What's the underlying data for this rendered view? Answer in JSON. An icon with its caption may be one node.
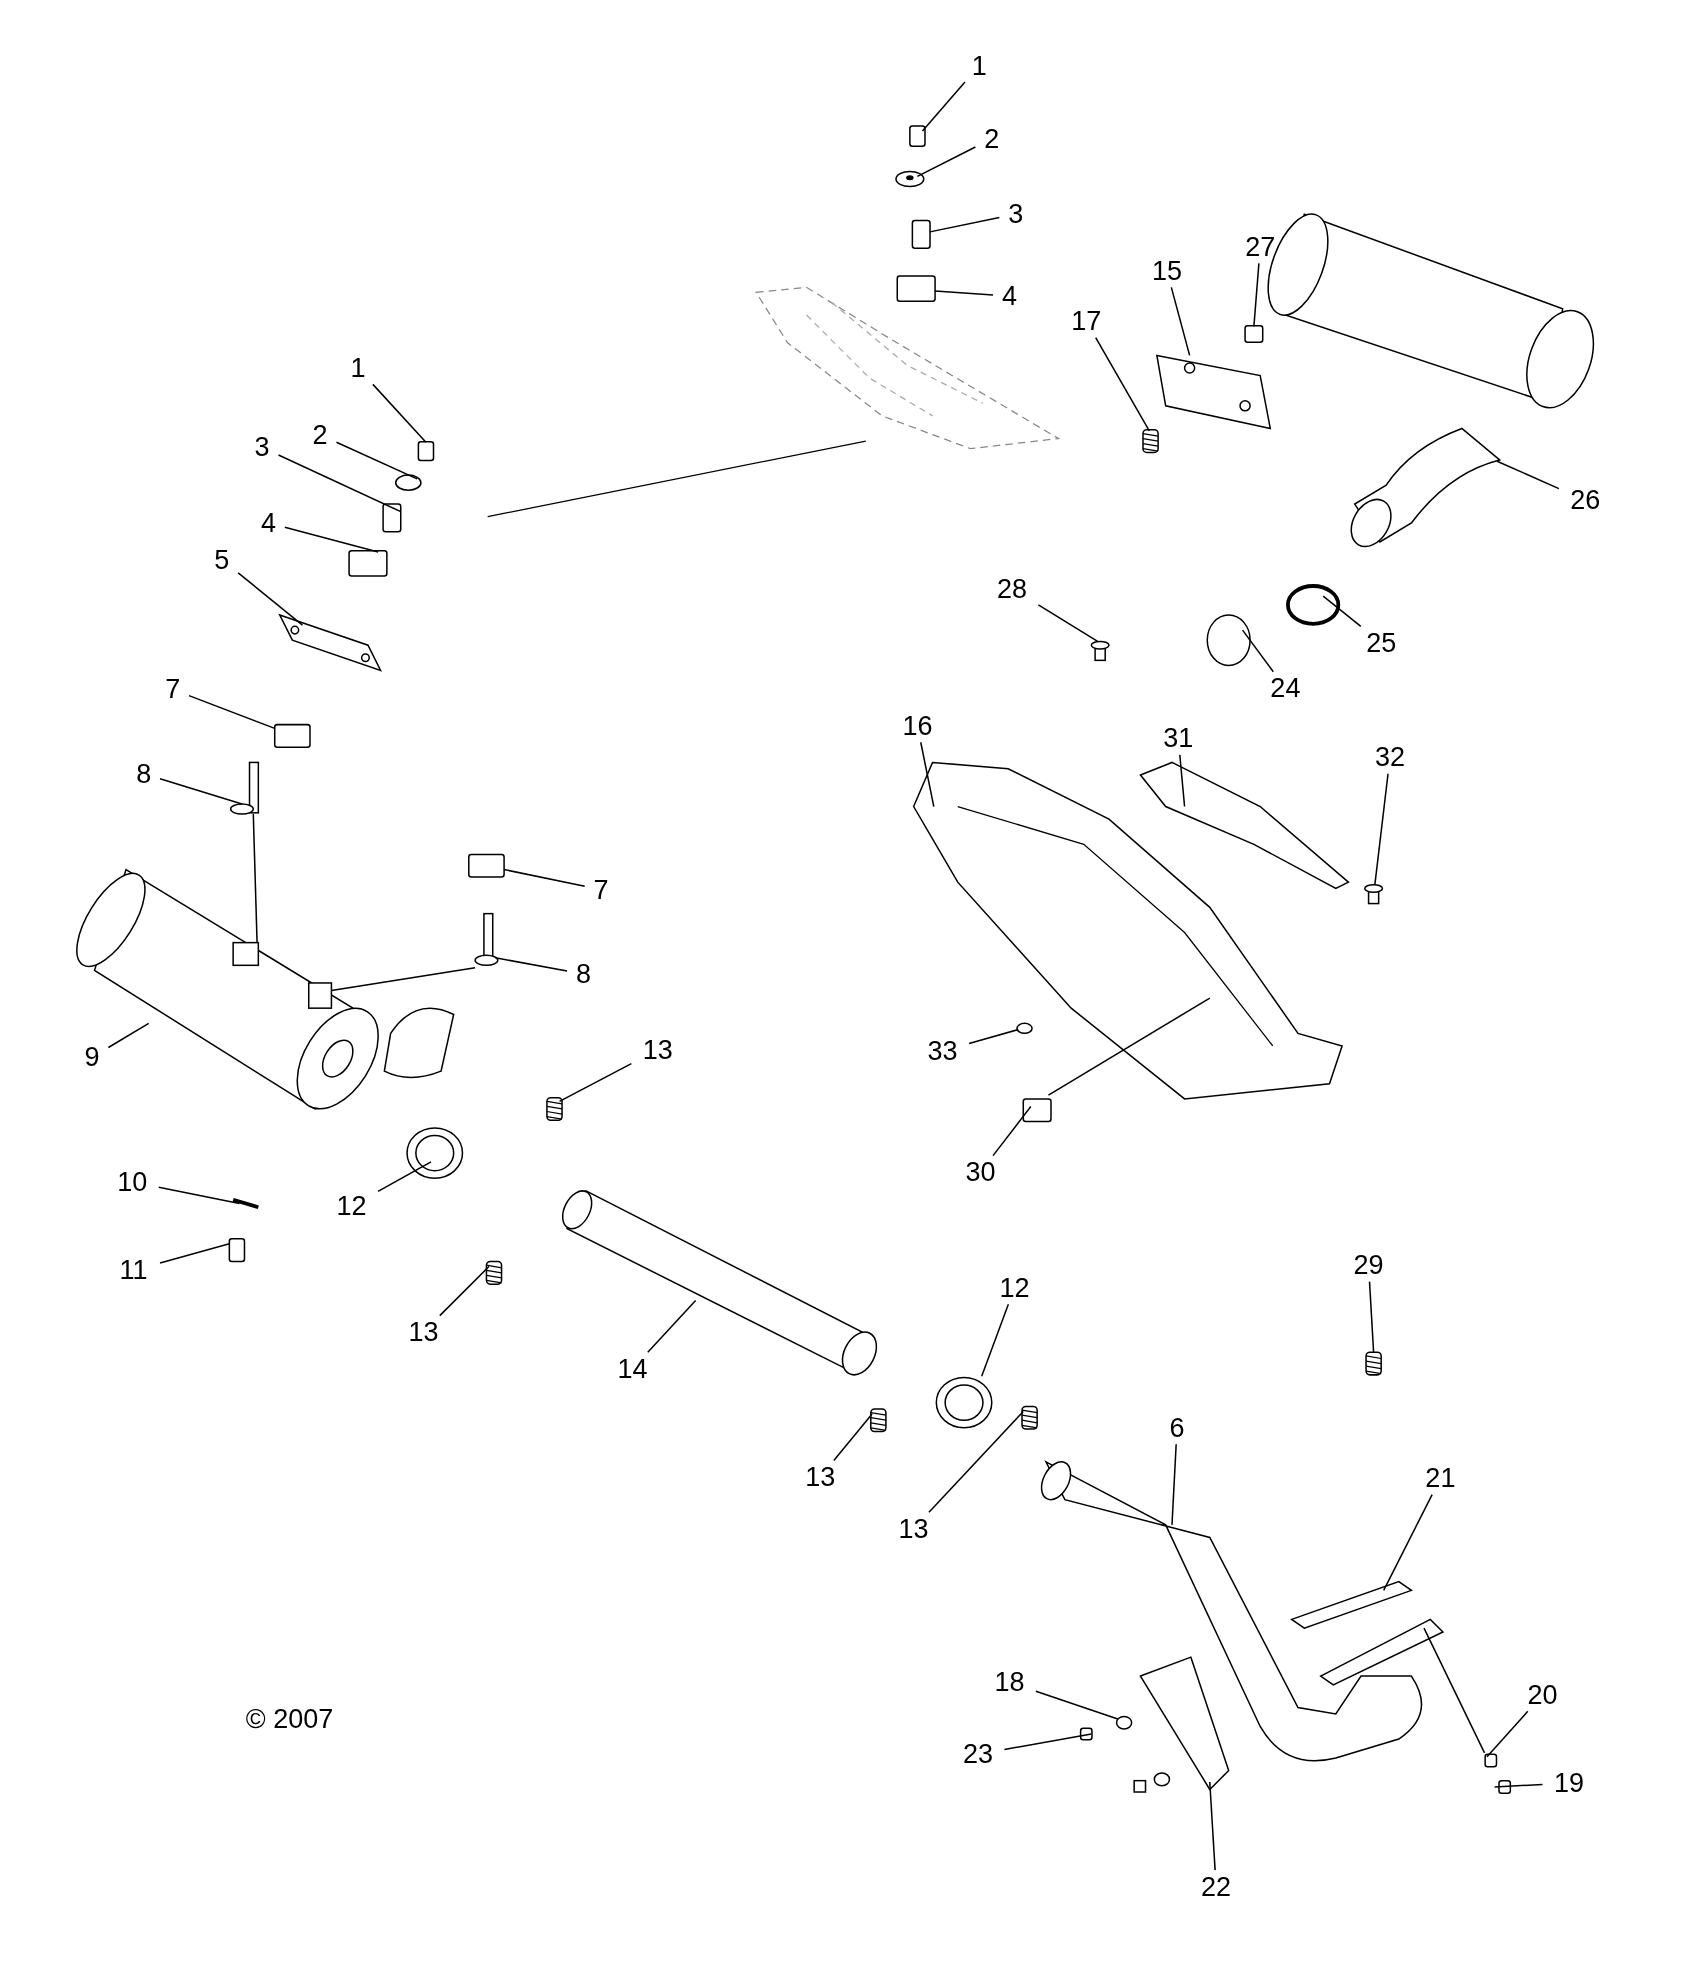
{
  "diagram": {
    "nodes": [
      {
        "text": [
          "1"
        ]
      },
      {
        "text": [
          "2"
        ]
      },
      {
        "text": [
          "3"
        ]
      },
      {
        "text": [
          "4"
        ]
      },
      {
        "text": [
          "15"
        ]
      },
      {
        "text": [
          "27"
        ]
      },
      {
        "text": [
          "17"
        ]
      },
      {
        "text": [
          "26"
        ]
      },
      {
        "text": [
          "1"
        ]
      },
      {
        "text": [
          "2"
        ]
      },
      {
        "text": [
          "3"
        ]
      },
      {
        "text": [
          "4"
        ]
      },
      {
        "text": [
          "5"
        ]
      },
      {
        "text": [
          "28"
        ]
      },
      {
        "text": [
          "25"
        ]
      },
      {
        "text": [
          "24"
        ]
      },
      {
        "text": [
          "7"
        ]
      },
      {
        "text": [
          "16"
        ]
      },
      {
        "text": [
          "31"
        ]
      },
      {
        "text": [
          "32"
        ]
      },
      {
        "text": [
          "8"
        ]
      },
      {
        "text": [
          "7"
        ]
      },
      {
        "text": [
          "8"
        ]
      },
      {
        "text": [
          "9"
        ]
      },
      {
        "text": [
          "13"
        ]
      },
      {
        "text": [
          "33"
        ]
      },
      {
        "text": [
          "30"
        ]
      },
      {
        "text": [
          "10"
        ]
      },
      {
        "text": [
          "12"
        ]
      },
      {
        "text": [
          "11"
        ]
      },
      {
        "text": [
          "13"
        ]
      },
      {
        "text": [
          "14"
        ]
      },
      {
        "text": [
          "29"
        ]
      },
      {
        "text": [
          "12"
        ]
      },
      {
        "text": [
          "6"
        ]
      },
      {
        "text": [
          "13"
        ]
      },
      {
        "text": [
          "13"
        ]
      },
      {
        "text": [
          "21"
        ]
      },
      {
        "text": [
          "20"
        ]
      },
      {
        "text": [
          "18"
        ]
      },
      {
        "text": [
          "23"
        ]
      },
      {
        "text": [
          "19"
        ]
      },
      {
        "text": [
          "22"
        ]
      },
      {
        "text": [],
        "shape": "box"
      },
      {
        "text": [],
        "shape": "picture"
      },
      {
        "text": [],
        "shape": "box"
      },
      {
        "text": [],
        "shape": "box"
      },
      {
        "text": [],
        "shape": "picture"
      },
      {
        "text": [],
        "shape": "box"
      },
      {
        "text": [],
        "shape": "picture"
      },
      {
        "text": [],
        "shape": "picture"
      },
      {
        "text": [],
        "shape": "box"
      },
      {
        "text": [],
        "shape": "circle"
      },
      {
        "text": [],
        "shape": "box"
      },
      {
        "text": [],
        "shape": "box"
      },
      {
        "text": [],
        "shape": "picture"
      },
      {
        "text": [],
        "shape": "picture"
      },
      {
        "text": [],
        "shape": "circle"
      },
      {
        "text": [],
        "shape": "circle"
      },
      {
        "text": [],
        "shape": "box"
      },
      {
        "text": [],
        "shape": "picture"
      },
      {
        "text": [],
        "shape": "picture"
      },
      {
        "text": [],
        "shape": "picture"
      },
      {
        "text": [],
        "shape": "picture"
      },
      {
        "text": [],
        "shape": "box"
      },
      {
        "text": [],
        "shape": "picture"
      },
      {
        "text": [],
        "shape": "picture"
      },
      {
        "text": [],
        "shape": "picture"
      },
      {
        "text": [],
        "shape": "circle"
      },
      {
        "text": [],
        "shape": "box"
      },
      {
        "text": [],
        "shape": "picture"
      },
      {
        "text": [],
        "shape": "picture"
      },
      {
        "text": [],
        "shape": "box"
      },
      {
        "text": [],
        "shape": "picture"
      },
      {
        "text": [],
        "shape": "picture"
      },
      {
        "text": [],
        "shape": "picture"
      },
      {
        "text": [],
        "shape": "picture"
      },
      {
        "text": [],
        "shape": "picture"
      },
      {
        "text": [],
        "shape": "picture"
      },
      {
        "text": [],
        "shape": "picture"
      },
      {
        "text": [],
        "shape": "picture"
      },
      {
        "text": [],
        "shape": "box"
      },
      {
        "text": [],
        "shape": "circle"
      },
      {
        "text": [],
        "shape": "box"
      },
      {
        "text": [],
        "shape": "box"
      },
      {
        "text": [],
        "shape": "picture"
      }
    ],
    "edges": [
      {
        "from": 0,
        "to": 43,
        "arrow": "none"
      },
      {
        "from": 1,
        "to": 44,
        "arrow": "none"
      },
      {
        "from": 2,
        "to": 45,
        "arrow": "none"
      },
      {
        "from": 3,
        "to": 46,
        "arrow": "none"
      },
      {
        "from": 4,
        "to": 47,
        "arrow": "none"
      },
      {
        "from": 5,
        "to": 48,
        "arrow": "none"
      },
      {
        "from": 6,
        "to": 49,
        "arrow": "none"
      },
      {
        "from": 7,
        "to": 50,
        "arrow": "none"
      },
      {
        "from": 8,
        "to": 51,
        "arrow": "none"
      },
      {
        "from": 9,
        "to": 52,
        "arrow": "none"
      },
      {
        "from": 10,
        "to": 53,
        "arrow": "none"
      },
      {
        "from": 11,
        "to": 54,
        "arrow": "none"
      },
      {
        "from": 12,
        "to": 55,
        "arrow": "none"
      },
      {
        "from": 13,
        "to": 56,
        "arrow": "none"
      },
      {
        "from": 14,
        "to": 57,
        "arrow": "none"
      },
      {
        "from": 15,
        "to": 58,
        "arrow": "none"
      },
      {
        "from": 16,
        "to": 59,
        "arrow": "none"
      },
      {
        "from": 17,
        "to": 60,
        "arrow": "none"
      },
      {
        "from": 18,
        "to": 61,
        "arrow": "none"
      },
      {
        "from": 19,
        "to": 62,
        "arrow": "none"
      },
      {
        "from": 20,
        "to": 63,
        "arrow": "none"
      },
      {
        "from": 21,
        "to": 64,
        "arrow": "none"
      },
      {
        "from": 22,
        "to": 65,
        "arrow": "none"
      },
      {
        "from": 23,
        "to": 66,
        "arrow": "none"
      },
      {
        "from": 24,
        "to": 67,
        "arrow": "none"
      },
      {
        "from": 25,
        "to": 68,
        "arrow": "none"
      },
      {
        "from": 26,
        "to": 69,
        "arrow": "none"
      },
      {
        "from": 27,
        "to": 70,
        "arrow": "none"
      },
      {
        "from": 28,
        "to": 71,
        "arrow": "none"
      },
      {
        "from": 29,
        "to": 72,
        "arrow": "none"
      },
      {
        "from": 30,
        "to": 73,
        "arrow": "none"
      },
      {
        "from": 31,
        "to": 74,
        "arrow": "none"
      },
      {
        "from": 32,
        "to": 75,
        "arrow": "none"
      },
      {
        "from": 33,
        "to": 76,
        "arrow": "none"
      },
      {
        "from": 34,
        "to": 77,
        "arrow": "none"
      },
      {
        "from": 35,
        "to": 78,
        "arrow": "none"
      },
      {
        "from": 36,
        "to": 79,
        "arrow": "none"
      },
      {
        "from": 37,
        "to": 80,
        "arrow": "none"
      },
      {
        "from": 38,
        "to": 81,
        "arrow": "none"
      },
      {
        "from": 39,
        "to": 82,
        "arrow": "none"
      },
      {
        "from": 40,
        "to": 83,
        "arrow": "none"
      },
      {
        "from": 41,
        "to": 84,
        "arrow": "none"
      },
      {
        "from": 42,
        "to": 85,
        "arrow": "none"
      },
      {
        "from": 63,
        "to": 66,
        "arrow": "none"
      },
      {
        "from": 65,
        "to": 66,
        "arrow": "none"
      },
      {
        "from": 69,
        "to": 60,
        "arrow": "none"
      },
      {
        "from": 77,
        "to": 81,
        "arrow": "none"
      }
    ],
    "labels": [
      "© 2007"
    ]
  }
}
